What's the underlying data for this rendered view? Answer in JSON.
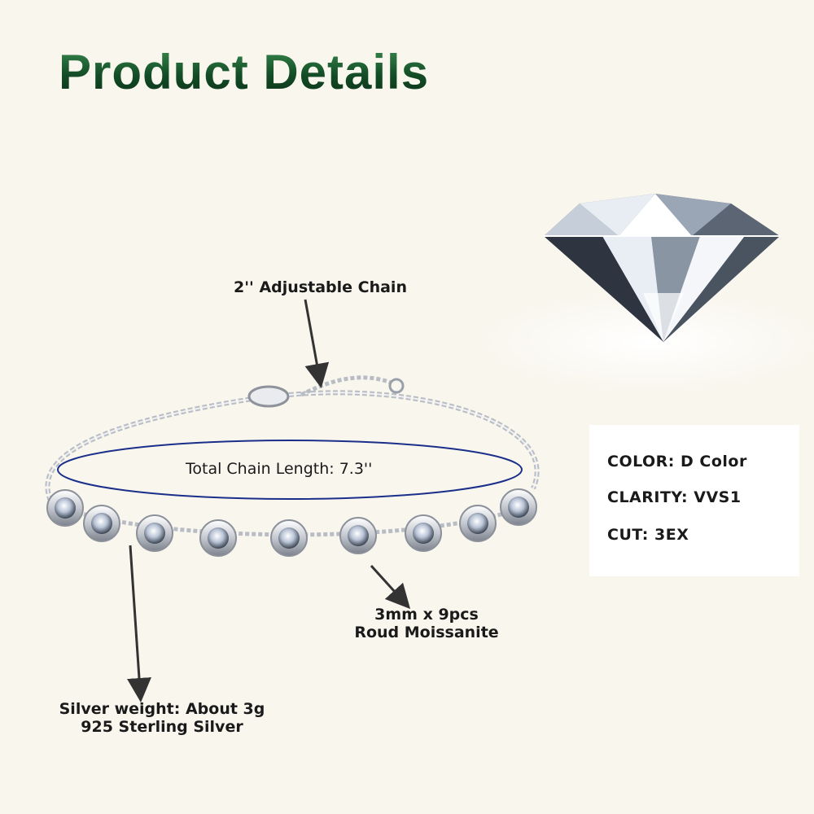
{
  "title": "Product Details",
  "callouts": {
    "adjustable_chain": "2'' Adjustable Chain",
    "total_length": "Total Chain Length: 7.3''",
    "stones_line1": "3mm x 9pcs",
    "stones_line2": "Roud Moissanite",
    "silver_line1": "Silver weight: About 3g",
    "silver_line2": "925 Sterling Silver"
  },
  "specs": {
    "color": "COLOR: D Color",
    "clarity": "CLARITY: VVS1",
    "cut": "CUT: 3EX"
  },
  "colors": {
    "title_green": "#1f6b3a",
    "ellipse_blue": "#1a2f8a",
    "arrow_dark": "#333333",
    "silver": "#c9ccd3"
  }
}
